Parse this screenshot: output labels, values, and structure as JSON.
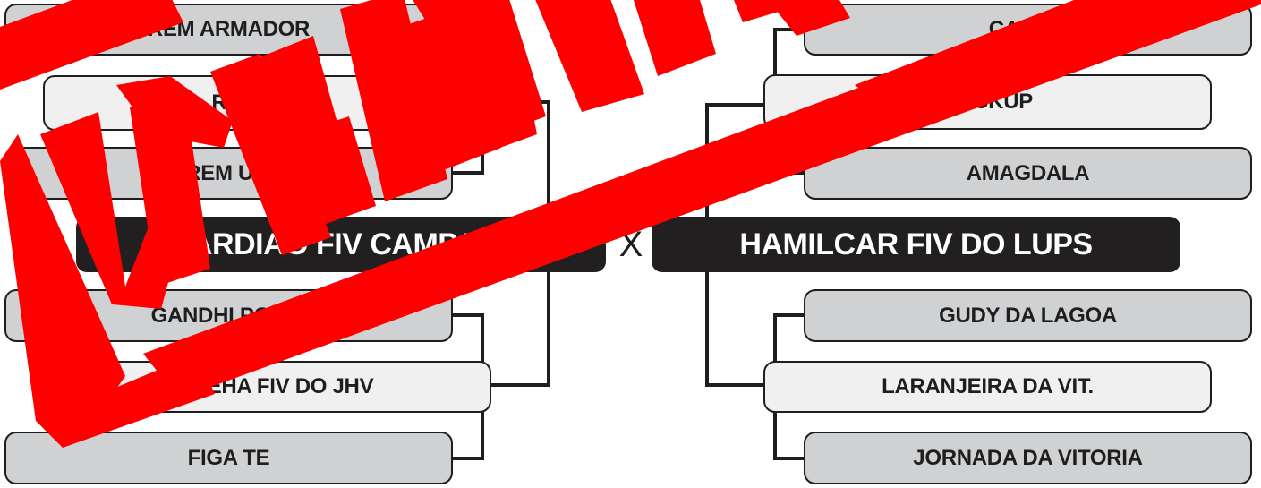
{
  "left_bracket": {
    "entries": [
      "REM ARMADOR",
      "REM MEET",
      "REM ULI",
      "GANDHI PO DA",
      "TOMEHA FIV DO JHV",
      "FIGA TE"
    ],
    "finalist": "GUARDIAO FIV CAMPARINI"
  },
  "right_bracket": {
    "entries": [
      "CAB TE",
      "BACKUP",
      "AMAGDALA",
      "GUDY DA LAGOA",
      "LARANJEIRA DA VIT.",
      "JORNADA DA VITORIA"
    ],
    "finalist": "HAMILCAR FIV DO LUPS"
  },
  "versus": "X",
  "stamp": {
    "text": "VENDIDO",
    "color": "#ff0000"
  },
  "colors": {
    "box_dark": "#d0d1d3",
    "box_light": "#f0f0f1",
    "final_bg": "#221f20",
    "line": "#1e1e1e"
  }
}
